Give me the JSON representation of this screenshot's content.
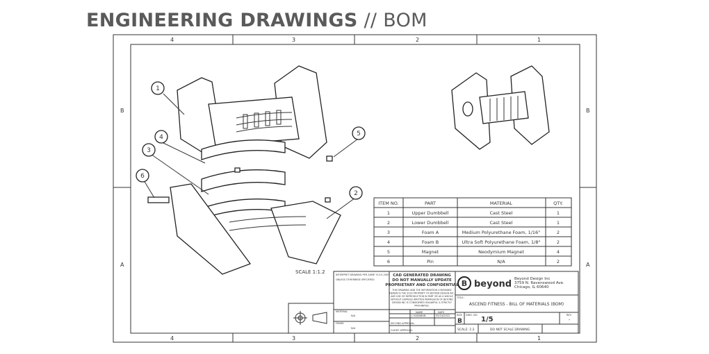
{
  "header": {
    "title_bold": "ENGINEERING DRAWINGS",
    "title_sep": " // ",
    "title_thin": "BOM"
  },
  "zones": {
    "cols": [
      "4",
      "3",
      "2",
      "1"
    ],
    "rows": [
      "B",
      "A"
    ]
  },
  "balloons": [
    "1",
    "2",
    "3",
    "4",
    "5",
    "6"
  ],
  "scale_label": "SCALE 1:1.2",
  "bom": {
    "headers": [
      "ITEM NO.",
      "PART",
      "MATERIAL",
      "QTY."
    ],
    "rows": [
      [
        "1",
        "Upper Dumbbell",
        "Cast Steel",
        "1"
      ],
      [
        "2",
        "Lower Dumbbell",
        "Cast Steel",
        "1"
      ],
      [
        "3",
        "Foam A",
        "Medium Polyurethane Foam, 1/16\"",
        "2"
      ],
      [
        "4",
        "Foam B",
        "Ultra Soft Polyurethane Foam, 1/8\"",
        "2"
      ],
      [
        "5",
        "Magnet",
        "Neodymium Magnet",
        "4"
      ],
      [
        "6",
        "Pin",
        "N/A",
        "2"
      ]
    ]
  },
  "title_block": {
    "notice": [
      "CAD GENERATED DRAWING",
      "DO NOT MANUALLY UPDATE",
      "PROPRIETARY AND CONFIDENTIAL"
    ],
    "notice_body": [
      "THIS DRAWING AND THE INFORMATION CONTAINED",
      "HEREIN IS THE SOLE PROPERTY OF BEYOND DESIGN INC.",
      "ANY USE OR REPRODUCTION IN PART OR AS A WHOLE",
      "WITHOUT EXPRESS WRITTEN PERMISSION OF BEYOND",
      "DESIGN INC IS CONSIDERED UNLAWFUL & STRICTLY",
      "PROHIBITED."
    ],
    "tolerance_header": "INTERPRET DRAWING PER ASME Y14.5-2009",
    "tolerance_title": "UNLESS OTHERWISE SPECIFIED:",
    "material_label": "MATERIAL",
    "material_value": "N/A",
    "finish_label": "FINISH",
    "finish_value": "N/A",
    "name_label": "NAME",
    "date_label": "DATE",
    "drawn_name": "J. KADABAN",
    "drawn_date": "05/24/2022",
    "second_approval": "SECOND APPROVAL",
    "client_approval": "CLIENT APPROVAL",
    "company_logo": "beyond",
    "company_address": [
      "Beyond Design Inc",
      "3759 N. Ravenswood Ave.",
      "Chicago, IL 60640"
    ],
    "title_label": "TITLE:",
    "drawing_title": "ASCEND FITNESS - BILL OF MATERIALS (BOM)",
    "size_label": "SIZE",
    "size": "B",
    "dwg_label": "DWG. NO.",
    "dwg_no": "1/5",
    "rev_label": "REV",
    "rev": "-",
    "scale": "SCALE: 1:2",
    "no_scale": "DO NOT SCALE DRAWING"
  }
}
